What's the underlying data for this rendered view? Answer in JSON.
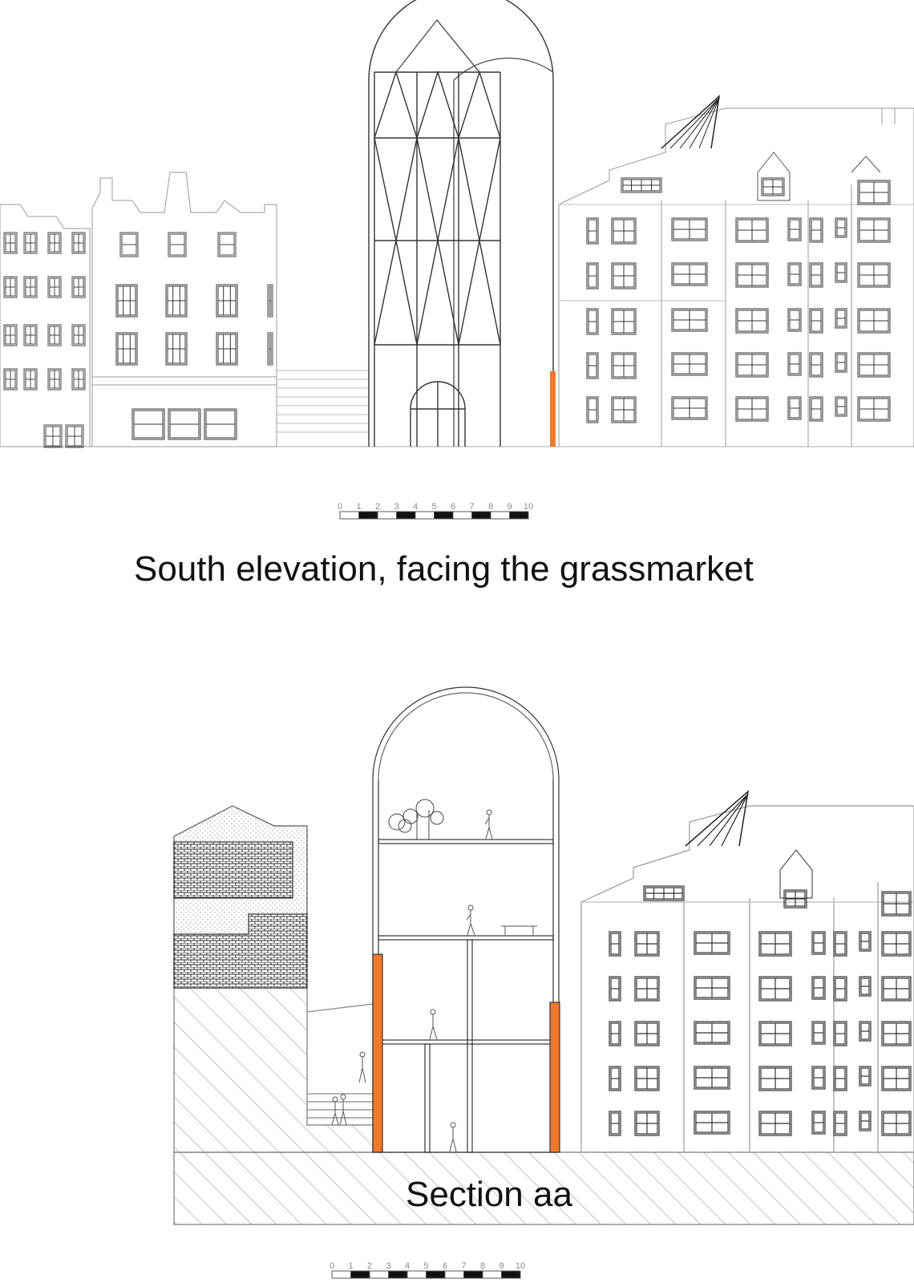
{
  "elevation": {
    "title": "South elevation, facing the grassmarket",
    "scale_ticks": [
      "0",
      "1",
      "2",
      "3",
      "4",
      "5",
      "6",
      "7",
      "8",
      "9",
      "10"
    ]
  },
  "section": {
    "title": "Section aa",
    "scale_ticks": [
      "0",
      "1",
      "2",
      "3",
      "4",
      "5",
      "6",
      "7",
      "8",
      "9",
      "10"
    ]
  },
  "colors": {
    "accent": "#f07a2a",
    "line": "#222222",
    "context": "#9a9a9a"
  }
}
